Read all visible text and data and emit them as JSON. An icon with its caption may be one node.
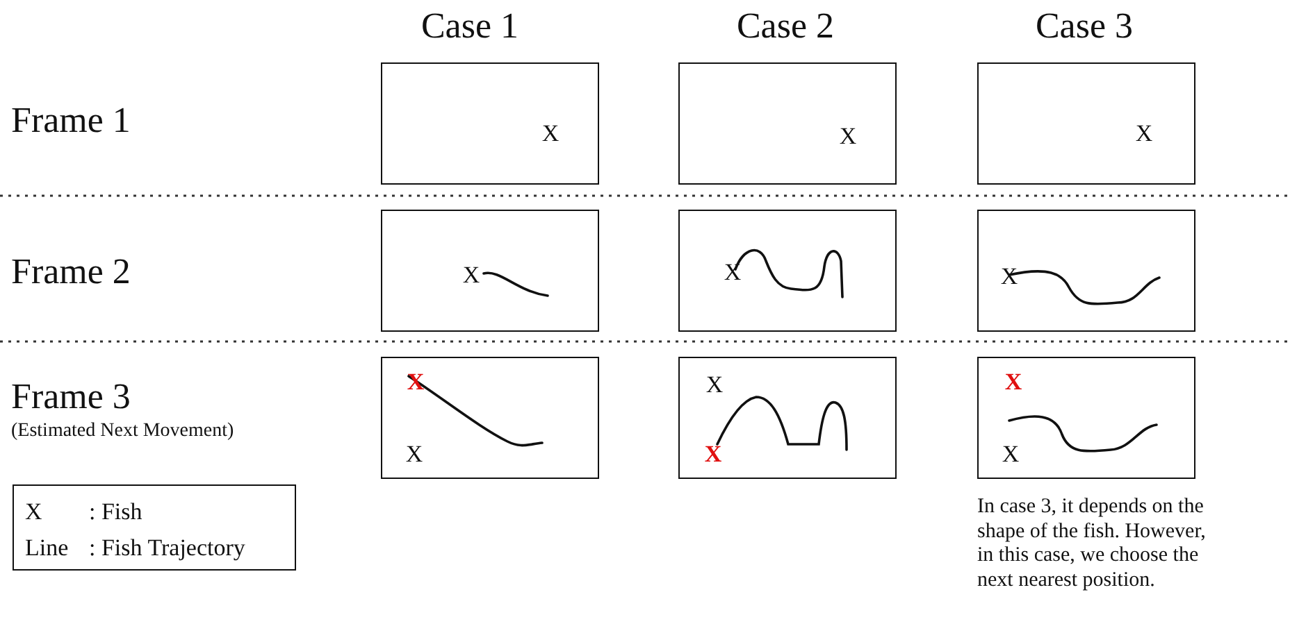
{
  "diagram": {
    "nodes": [
      {
        "text": [
          "X"
        ]
      },
      {
        "text": [
          "X"
        ]
      },
      {
        "text": [
          "X"
        ]
      },
      {
        "text": [
          "X"
        ]
      },
      {
        "text": [
          "X"
        ]
      },
      {
        "text": [
          "X"
        ]
      },
      {
        "text": [
          "X",
          "X"
        ]
      },
      {
        "text": [
          "X",
          "X"
        ]
      },
      {
        "text": [
          "X",
          "X"
        ]
      },
      {
        "text": [
          "X",
          ": Fish",
          "Line",
          ": Fish Trajectory"
        ]
      }
    ],
    "edges": [],
    "labels": [
      "Case 1",
      "Case 2",
      "Case 3",
      "Frame 1",
      "Frame 2",
      "Frame 3",
      "(Estimated Next Movement)",
      "In case 3, it depends on the shape of the fish. However, in this case, we choose the next nearest position."
    ]
  }
}
